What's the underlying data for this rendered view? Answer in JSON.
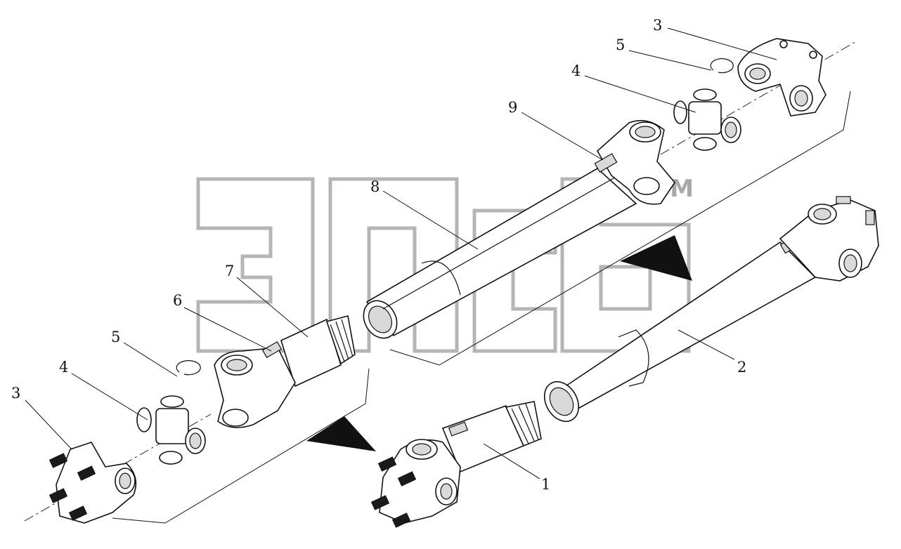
{
  "callouts": {
    "c1": "1",
    "c2": "2",
    "c3_top": "3",
    "c3_left": "3",
    "c4_top": "4",
    "c4_left": "4",
    "c5_top": "5",
    "c5_left": "5",
    "c6": "6",
    "c7": "7",
    "c8": "8",
    "c9": "9"
  },
  "watermark": {
    "trademark": "TM"
  },
  "colors": {
    "line": "#111111",
    "watermark": "#a8a8a8",
    "background": "#ffffff"
  }
}
